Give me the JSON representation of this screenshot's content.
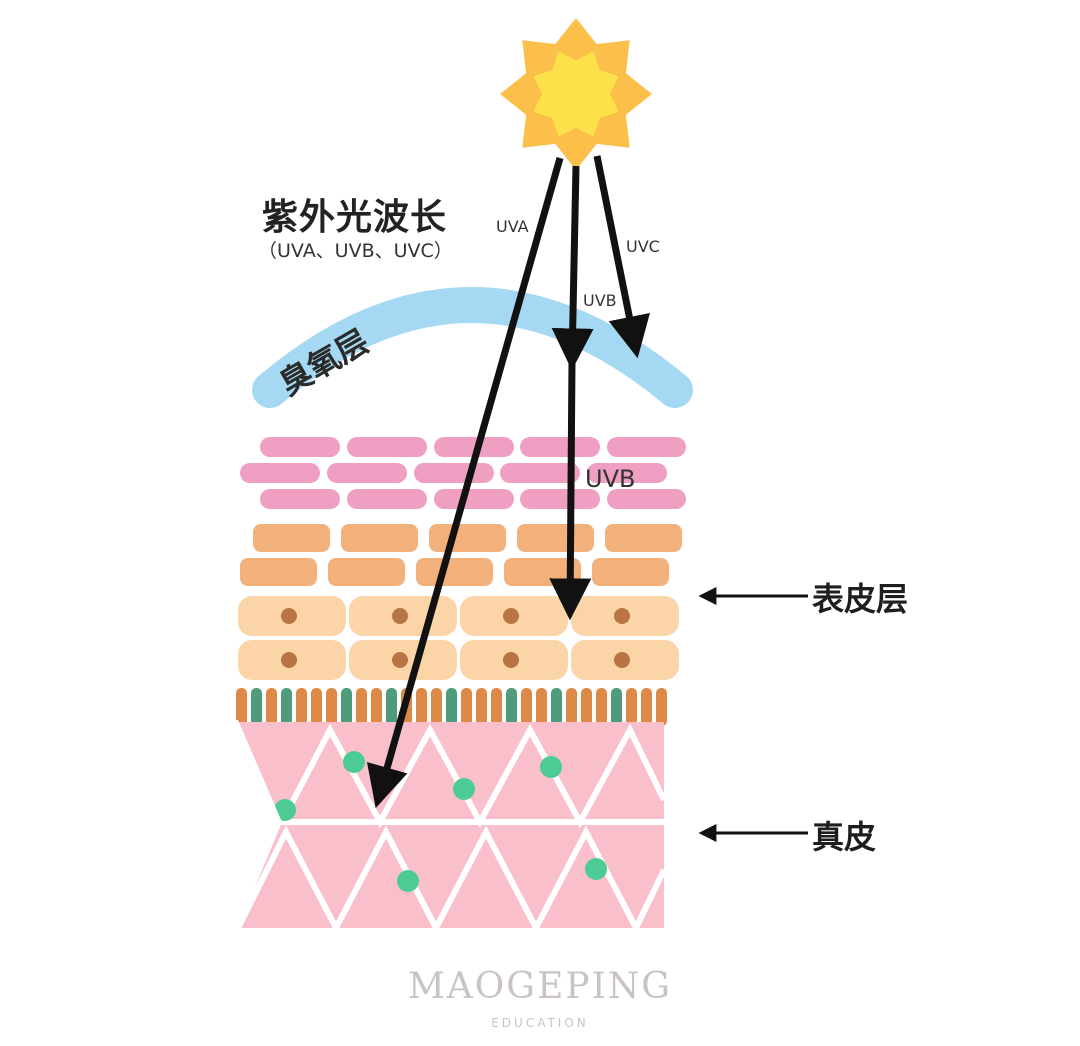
{
  "diagram": {
    "title": "紫外光波长",
    "subtitle": "（UVA、UVB、UVC）",
    "ozone_label": "臭氧层",
    "rays": {
      "uva": "UVA",
      "uvb": "UVB",
      "uvc": "UVC",
      "uvb_inner": "UVB"
    },
    "layers": {
      "epidermis": "表皮层",
      "dermis": "真皮"
    }
  },
  "brand": {
    "name": "MAOGEPING",
    "tagline": "EDUCATION"
  },
  "colors": {
    "sun_outer": "#fbbf4a",
    "sun_inner": "#fde14a",
    "ozone": "#a4d8f3",
    "stratum_pink": "#ee9fc2",
    "layer_orange": "#f2b07a",
    "cell_peach": "#fbd5a8",
    "nucleus": "#b87442",
    "basal_orange": "#dd8a48",
    "basal_green": "#4f9c7c",
    "dermis_pink": "#f9c0cc",
    "dot_green": "#4ccb94",
    "arrow": "#111111"
  }
}
